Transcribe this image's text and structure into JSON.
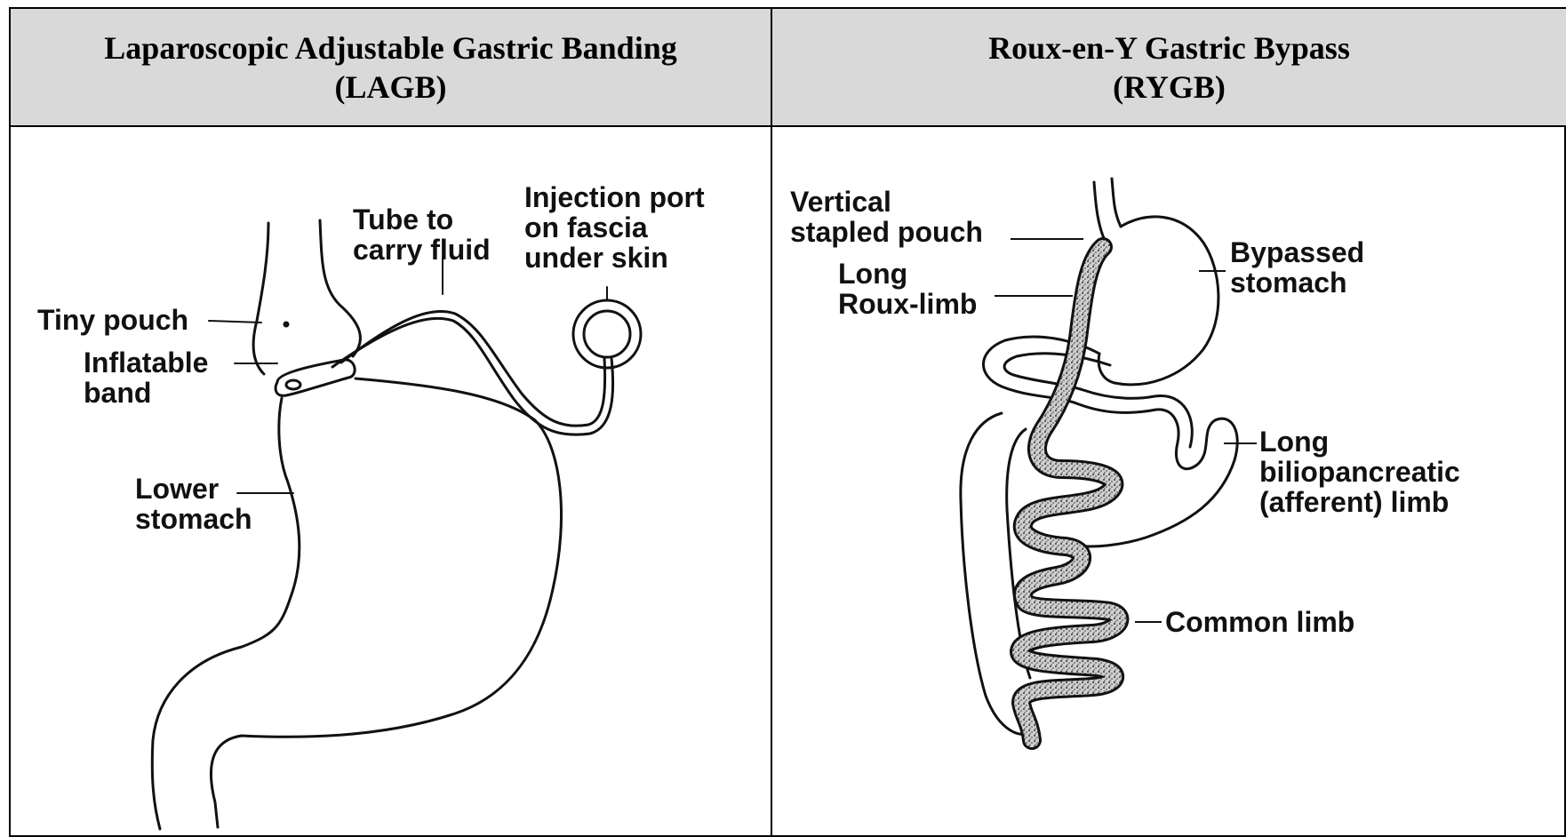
{
  "headers": {
    "left": {
      "line1": "Laparoscopic Adjustable Gastric Banding",
      "line2": "(LAGB)"
    },
    "right": {
      "line1": "Roux-en-Y Gastric Bypass",
      "line2": "(RYGB)"
    }
  },
  "lagb_labels": {
    "tiny_pouch": "Tiny pouch",
    "inflatable_1": "Inflatable",
    "inflatable_2": "band",
    "lower_1": "Lower",
    "lower_2": "stomach",
    "tube_1": "Tube to",
    "tube_2": "carry fluid",
    "port_1": "Injection port",
    "port_2": "on fascia",
    "port_3": "under skin"
  },
  "rygb_labels": {
    "vertical_1": "Vertical",
    "vertical_2": "stapled pouch",
    "roux_1": "Long",
    "roux_2": "Roux-limb",
    "bypassed_1": "Bypassed",
    "bypassed_2": "stomach",
    "bilio_1": "Long",
    "bilio_2": "biliopancreatic",
    "bilio_3": "(afferent) limb",
    "common": "Common limb"
  }
}
